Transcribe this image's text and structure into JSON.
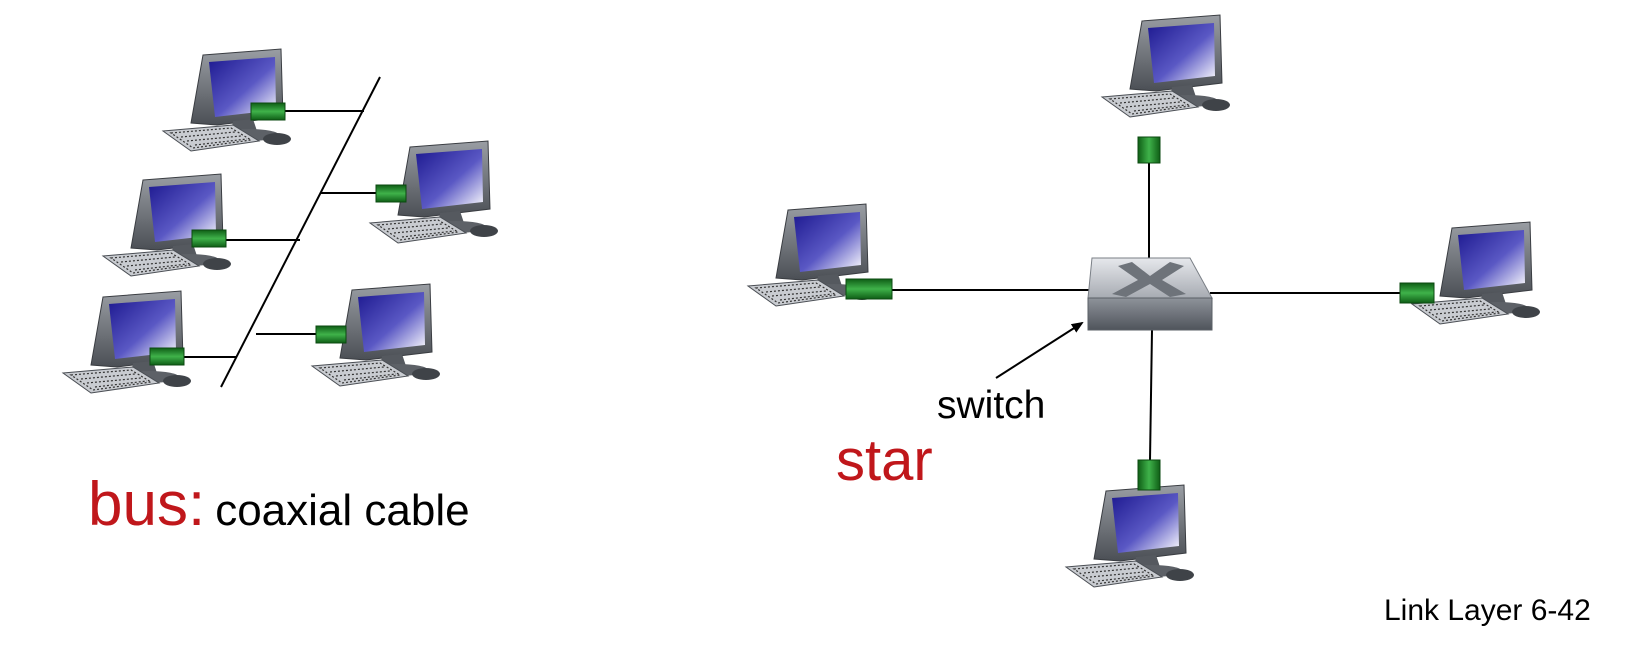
{
  "bus": {
    "label": "bus:",
    "description": "coaxial cable",
    "label_color": "#c0171b"
  },
  "star": {
    "label": "star",
    "switch_label": "switch",
    "label_color": "#c0171b"
  },
  "footer": {
    "text": "Link Layer  6-42"
  },
  "icons": {
    "computer": "desktop-computer-icon",
    "switch": "network-switch-icon",
    "adapter": "network-adapter-icon"
  },
  "colors": {
    "adapter": "#1f8a2a",
    "screen": "#3a34a8",
    "cable": "#000000"
  }
}
